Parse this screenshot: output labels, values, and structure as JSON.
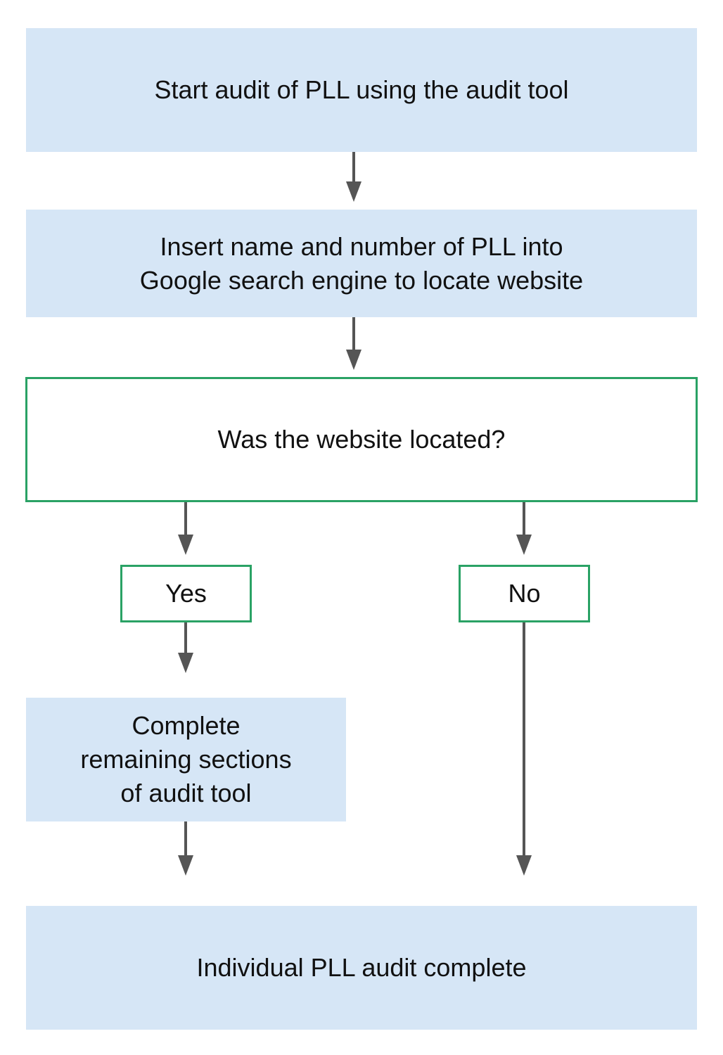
{
  "flowchart": {
    "start": "Start audit of PLL using the audit tool",
    "insert": "Insert name and number of PLL into\nGoogle search engine to locate website",
    "question": "Was the website located?",
    "yes": "Yes",
    "no": "No",
    "complete_remaining": "Complete\nremaining sections\nof audit tool",
    "done": "Individual PLL audit complete"
  },
  "colors": {
    "process_fill": "#d6e6f6",
    "decision_border": "#2aa265",
    "arrow": "#555555"
  }
}
